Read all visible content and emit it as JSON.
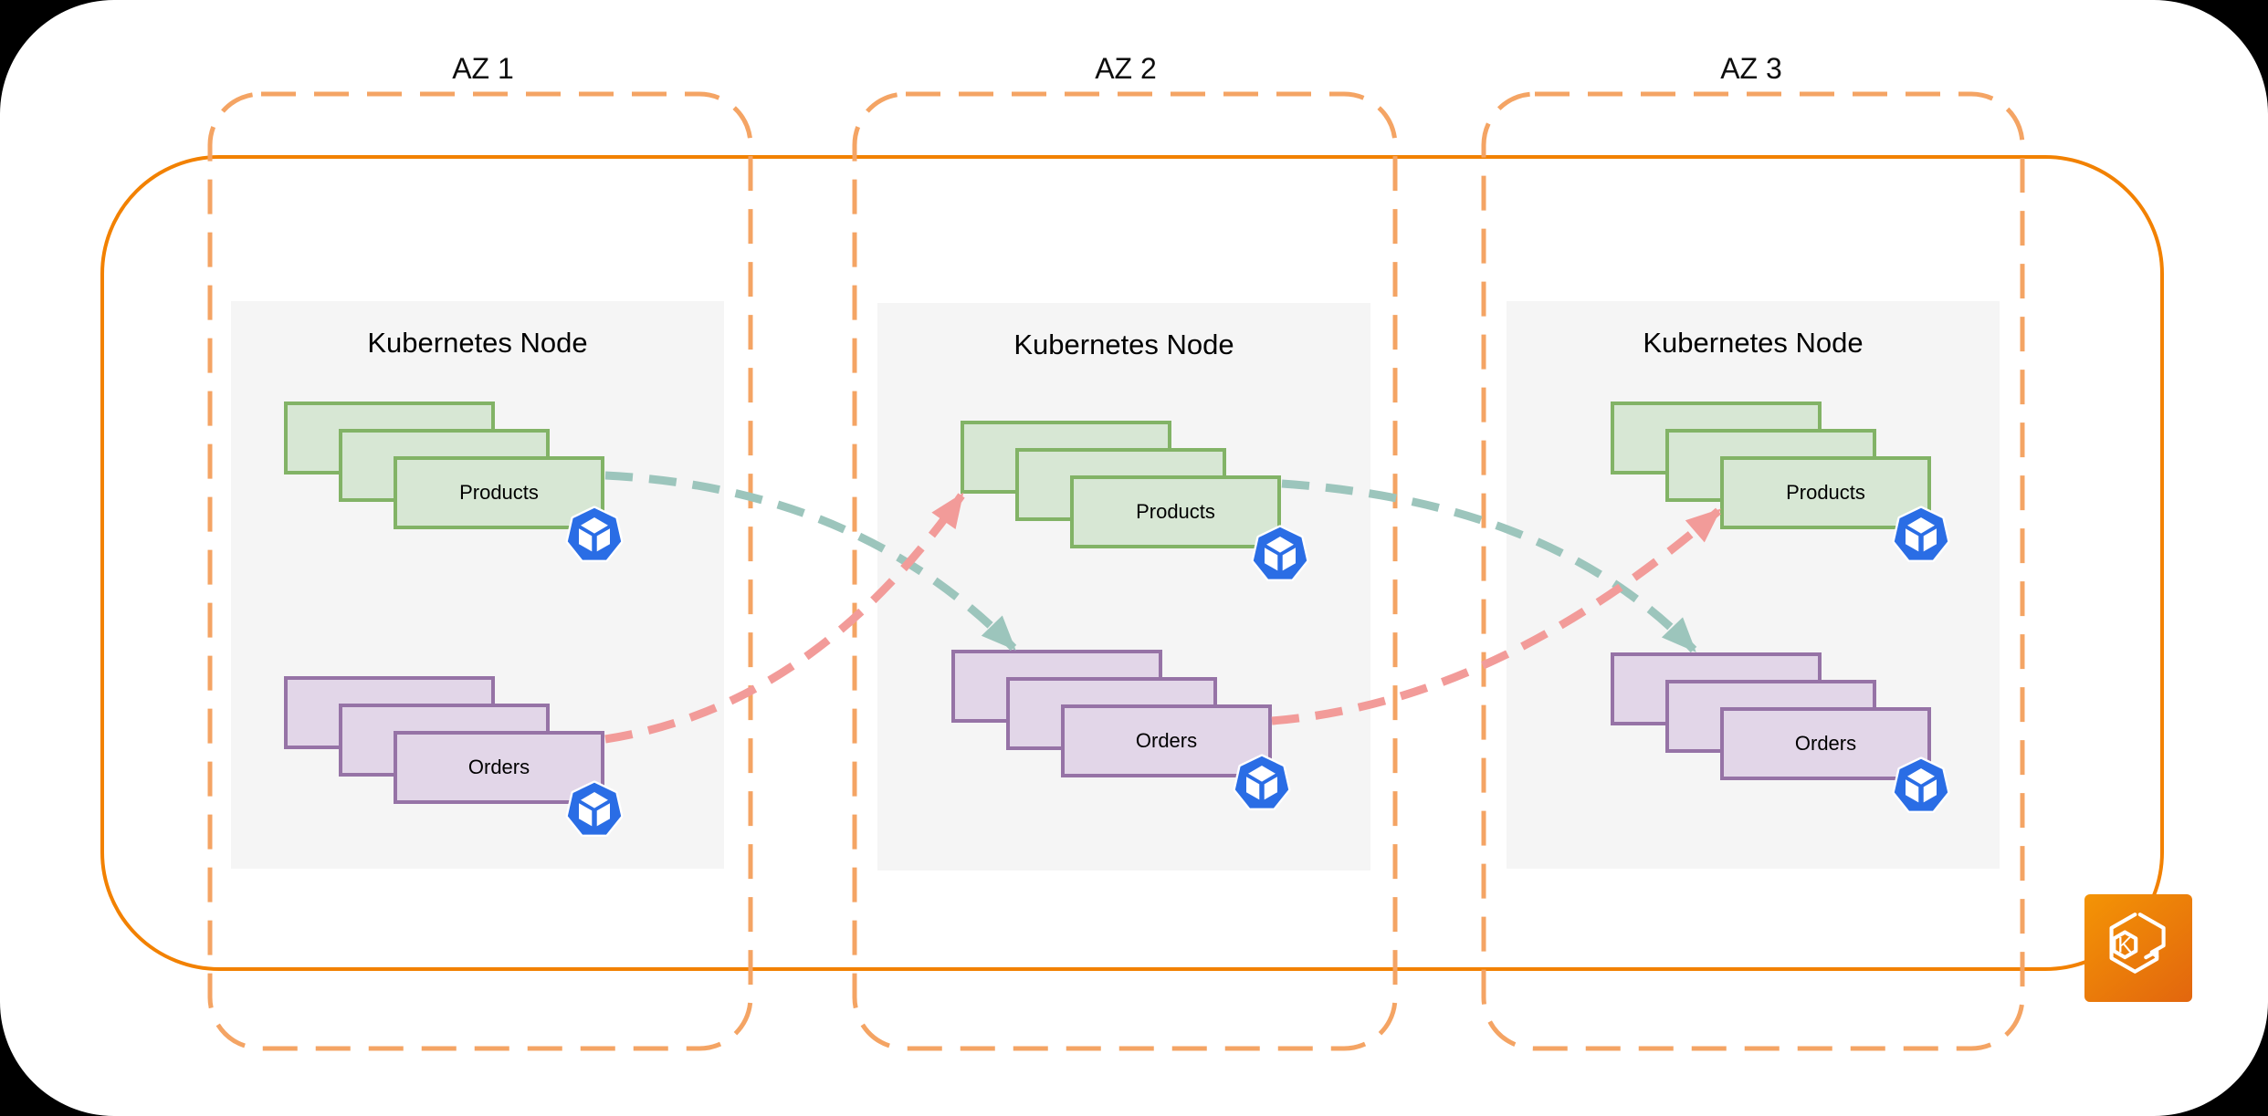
{
  "cluster": {
    "kind": "EKS cluster boundary",
    "icon": "eks-cluster-icon",
    "icon_letter": "K",
    "border_color": "#F28100"
  },
  "zones": [
    {
      "label": "AZ 1",
      "node": {
        "title": "Kubernetes Node",
        "deployments": [
          {
            "label": "Products",
            "replicas_shown": 3,
            "fill": "#D7E7D4",
            "border": "#82B366",
            "icon": "kubernetes-pod-icon"
          },
          {
            "label": "Orders",
            "replicas_shown": 3,
            "fill": "#E2D6E8",
            "border": "#9673A6",
            "icon": "kubernetes-pod-icon"
          }
        ]
      }
    },
    {
      "label": "AZ 2",
      "node": {
        "title": "Kubernetes Node",
        "deployments": [
          {
            "label": "Products",
            "replicas_shown": 3,
            "fill": "#D7E7D4",
            "border": "#82B366",
            "icon": "kubernetes-pod-icon"
          },
          {
            "label": "Orders",
            "replicas_shown": 3,
            "fill": "#E2D6E8",
            "border": "#9673A6",
            "icon": "kubernetes-pod-icon"
          }
        ]
      }
    },
    {
      "label": "AZ 3",
      "node": {
        "title": "Kubernetes Node",
        "deployments": [
          {
            "label": "Products",
            "replicas_shown": 3,
            "fill": "#D7E7D4",
            "border": "#82B366",
            "icon": "kubernetes-pod-icon"
          },
          {
            "label": "Orders",
            "replicas_shown": 3,
            "fill": "#E2D6E8",
            "border": "#9673A6",
            "icon": "kubernetes-pod-icon"
          }
        ]
      }
    }
  ],
  "connections": [
    {
      "from": "Products (AZ 1)",
      "to": "Orders (AZ 2)",
      "color": "#9CC5BC",
      "style": "dashed-arrow"
    },
    {
      "from": "Orders (AZ 1)",
      "to": "Products (AZ 2)",
      "color": "#F29B99",
      "style": "dashed-arrow"
    },
    {
      "from": "Products (AZ 2)",
      "to": "Orders (AZ 3)",
      "color": "#9CC5BC",
      "style": "dashed-arrow"
    },
    {
      "from": "Orders (AZ 2)",
      "to": "Products (AZ 3)",
      "color": "#F29B99",
      "style": "dashed-arrow"
    }
  ],
  "colors": {
    "page_background": "#000000",
    "canvas_background": "#FFFFFF",
    "az_border": "#F4A464",
    "cluster_border": "#F28100",
    "node_fill": "#F5F5F5",
    "products_fill": "#D7E7D4",
    "products_border": "#82B366",
    "orders_fill": "#E2D6E8",
    "orders_border": "#9673A6",
    "pod_icon_blue": "#2A6DE5",
    "arrow_teal": "#9CC5BC",
    "arrow_pink": "#F29B99"
  }
}
